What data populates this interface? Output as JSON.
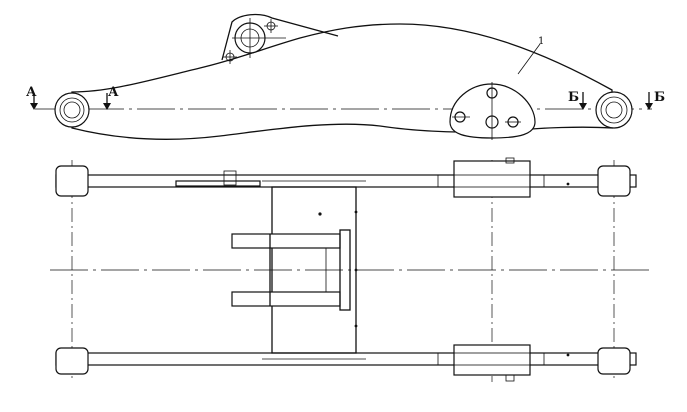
{
  "labels": {
    "section_a_left": "А",
    "section_a_right": "А",
    "section_b_left": "Б",
    "section_b_right": "Б",
    "part_number": "1"
  }
}
